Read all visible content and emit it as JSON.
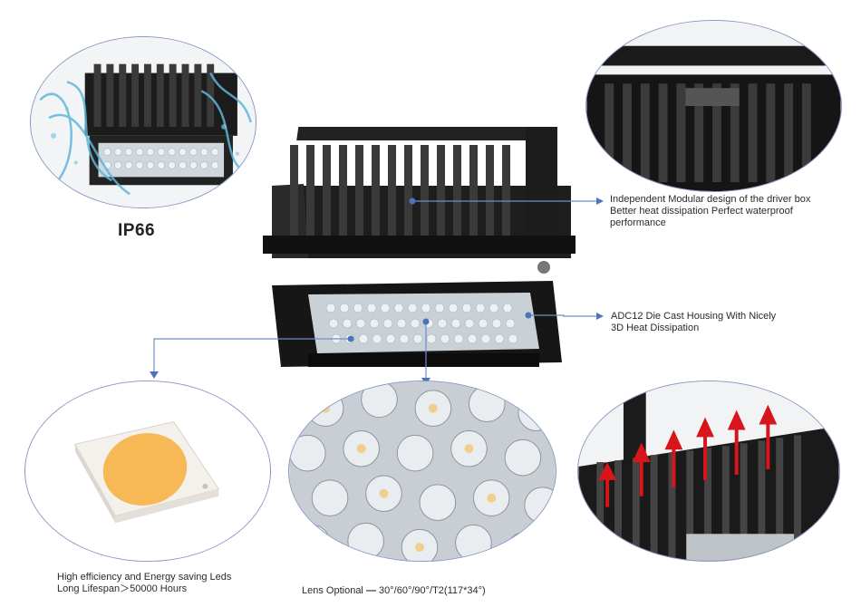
{
  "badge": {
    "ip_rating": "IP66"
  },
  "callouts": {
    "driver_box": {
      "line1": "Independent Modular design of the driver box",
      "line2": "Better heat dissipation Perfect waterproof",
      "line3": "performance"
    },
    "housing": {
      "line1": "ADC12 Die Cast Housing With Nicely",
      "line2": "3D Heat Dissipation"
    },
    "leds": {
      "line1": "High efficiency and Energy saving Leds",
      "line2": "Long Lifespan＞50000  Hours"
    },
    "lens": {
      "label": "Lens Optional",
      "dash": "—",
      "options": "30°/60°/90°/T2(117*34°)"
    }
  },
  "colors": {
    "callout_line": "#6f8fc8",
    "oval_border": "#8a96c8",
    "led_phosphor": "#f7b955",
    "heat_arrow": "#d8151b",
    "housing": "#1e1e1e"
  }
}
